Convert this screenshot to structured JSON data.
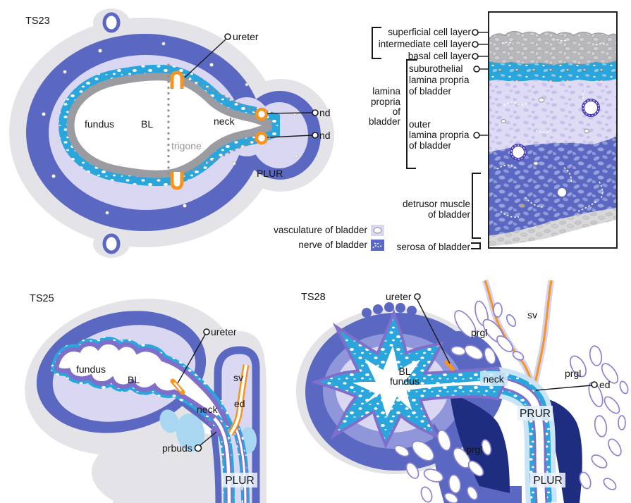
{
  "figure_title": "Bladder development stages diagram",
  "colors": {
    "serosa_gray": "#e3e3e8",
    "detrusor_blue": "#5a68c2",
    "mid_ring_blue": "#8f97da",
    "lamina_lavender": "#dad7f2",
    "suburothelial_cyan": "#2ba6dd",
    "urothelium_gray": "#9b9ba2",
    "urothelium_purple": "#7f6fca",
    "duct_orange": "#f7941e",
    "prbud_lightblue": "#a9d7f2",
    "pale_tube_blue": "#c9e4f6",
    "navy": "#1e2d80",
    "gland_outline": "#8a83d3",
    "trigone_text_gray": "#96969a"
  },
  "panels": {
    "ts23": {
      "title": "TS23",
      "labels": {
        "ureter": "ureter",
        "fundus": "fundus",
        "bl": "BL",
        "neck": "neck",
        "trigone": "trigone",
        "nd_top": "nd",
        "nd_bottom": "nd",
        "plur": "PLUR"
      }
    },
    "histology": {
      "blocks": {
        "cell_layers": [
          "superficial cell layer",
          "intermediate cell layer",
          "basal cell layer"
        ],
        "suburothelial": [
          "suburothelial",
          "lamina propria",
          "of bladder"
        ],
        "lamina": [
          "lamina",
          "propria",
          "of",
          "bladder"
        ],
        "outer": [
          "outer",
          "lamina propria",
          "of bladder"
        ],
        "detrusor": [
          "detrusor muscle",
          "of bladder"
        ],
        "serosa": "serosa of bladder"
      },
      "legend": {
        "vasculature": "vasculature of bladder",
        "nerve": "nerve of bladder"
      }
    },
    "ts25": {
      "title": "TS25",
      "labels": {
        "ureter": "ureter",
        "fundus": "fundus",
        "bl": "BL",
        "sv": "sv",
        "ed": "ed",
        "neck": "neck",
        "prbuds": "prbuds",
        "plur": "PLUR"
      }
    },
    "ts28": {
      "title": "TS28",
      "labels": {
        "ureter": "ureter",
        "prgl_top": "prgl",
        "sv": "sv",
        "bl": "BL",
        "fundus": "fundus",
        "neck": "neck",
        "prgl_right": "prgl",
        "ed": "ed",
        "prur": "PRUR",
        "prgl_bottom": "prgl",
        "plur": "PLUR"
      }
    }
  }
}
